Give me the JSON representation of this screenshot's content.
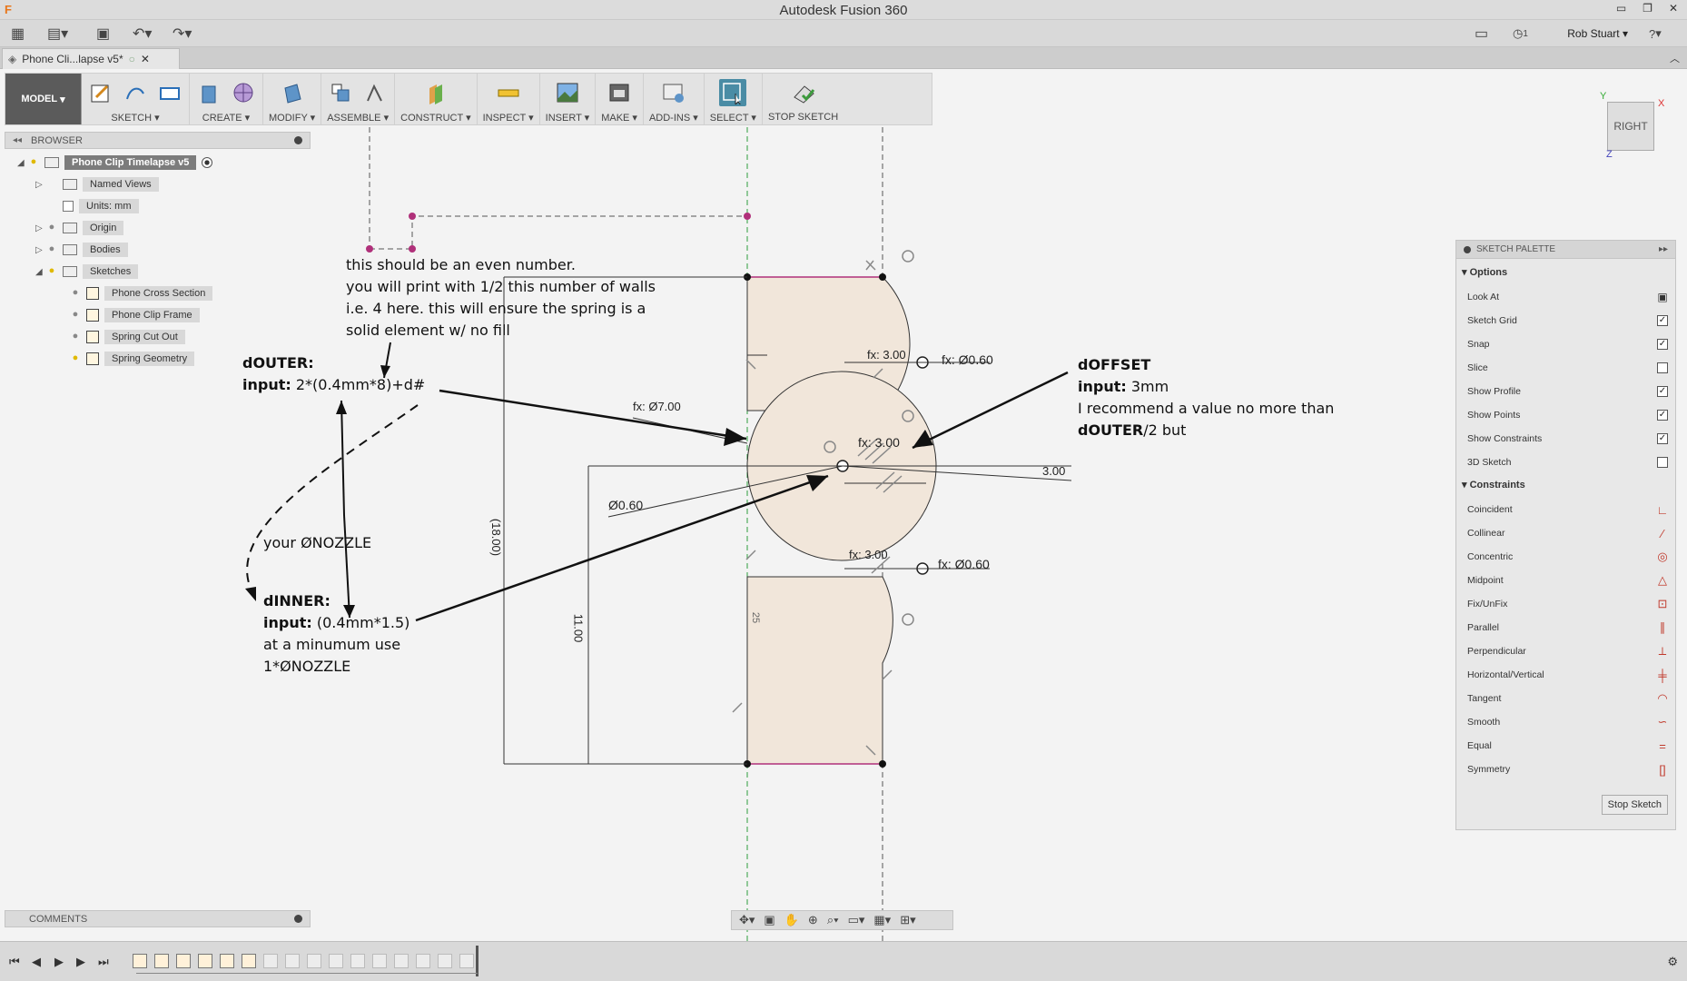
{
  "window": {
    "title": "Autodesk Fusion 360"
  },
  "quick_access": {
    "notif_count": "1",
    "user": "Rob Stuart",
    "help": "?"
  },
  "document_tab": {
    "label": "Phone Cli...lapse v5*"
  },
  "toolbar": {
    "workspace": "MODEL",
    "groups": [
      "SKETCH",
      "CREATE",
      "MODIFY",
      "ASSEMBLE",
      "CONSTRUCT",
      "INSPECT",
      "INSERT",
      "MAKE",
      "ADD-INS",
      "SELECT",
      "STOP SKETCH"
    ]
  },
  "browser": {
    "title": "BROWSER",
    "root": "Phone Clip Timelapse v5",
    "items": [
      "Named Views",
      "Units: mm",
      "Origin",
      "Bodies",
      "Sketches"
    ],
    "sketches": [
      "Phone Cross Section",
      "Phone Clip Frame",
      "Spring Cut Out",
      "Spring Geometry"
    ]
  },
  "comments": {
    "title": "COMMENTS"
  },
  "viewcube": {
    "label": "RIGHT",
    "axis_x": "X",
    "axis_y": "Y",
    "axis_z": "Z"
  },
  "sketch_palette": {
    "title": "SKETCH PALETTE",
    "options_label": "Options",
    "options": [
      {
        "label": "Look At",
        "type": "icon"
      },
      {
        "label": "Sketch Grid",
        "checked": true
      },
      {
        "label": "Snap",
        "checked": true
      },
      {
        "label": "Slice",
        "checked": false
      },
      {
        "label": "Show Profile",
        "checked": true
      },
      {
        "label": "Show Points",
        "checked": true
      },
      {
        "label": "Show Constraints",
        "checked": true
      },
      {
        "label": "3D Sketch",
        "checked": false
      }
    ],
    "constraints_label": "Constraints",
    "constraints": [
      "Coincident",
      "Collinear",
      "Concentric",
      "Midpoint",
      "Fix/UnFix",
      "Parallel",
      "Perpendicular",
      "Horizontal/Vertical",
      "Tangent",
      "Smooth",
      "Equal",
      "Symmetry"
    ],
    "stop_button": "Stop Sketch"
  },
  "annotations": {
    "top_note": [
      "this should be an even number.",
      "you will print with 1/2 this number of walls",
      "i.e. 4 here. this will ensure the spring is a",
      "solid element w/ no fill"
    ],
    "douter_title": "dOUTER:",
    "douter_input_label": "input:",
    "douter_input": "2*(0.4mm*8)+d#",
    "nozzle_note": "your ØNOZZLE",
    "dinner_title": "dINNER:",
    "dinner_input_label": "input:",
    "dinner_input": "(0.4mm*1.5)",
    "dinner_note_1": "at a minumum use",
    "dinner_note_2": "1*ØNOZZLE",
    "doffset_title": "dOFFSET",
    "doffset_input_label": "input:",
    "doffset_input": "3mm",
    "doffset_note_1": "I recommend a value no more than",
    "doffset_note_2_bold": "dOUTER",
    "doffset_note_2": "/2 but"
  },
  "dimensions": {
    "d_top_small": "fx: Ø0.60",
    "d_top_offset": "fx: 3.00",
    "d_outer": "fx: Ø7.00",
    "d_mid_offset": "fx: 3.00",
    "d_right": "3.00",
    "d_inner": "Ø0.60",
    "d_bot_offset": "fx: 3.00",
    "d_bot_small": "fx: Ø0.60",
    "d_vertical_18": "(18.00)",
    "d_vertical_11": "11.00",
    "d_25": "25"
  },
  "colors": {
    "profile_fill": "#f1e6da",
    "selected_blue": "#4a8ca5",
    "axis_green": "#2e9c3d",
    "line_magenta": "#b0307a"
  }
}
